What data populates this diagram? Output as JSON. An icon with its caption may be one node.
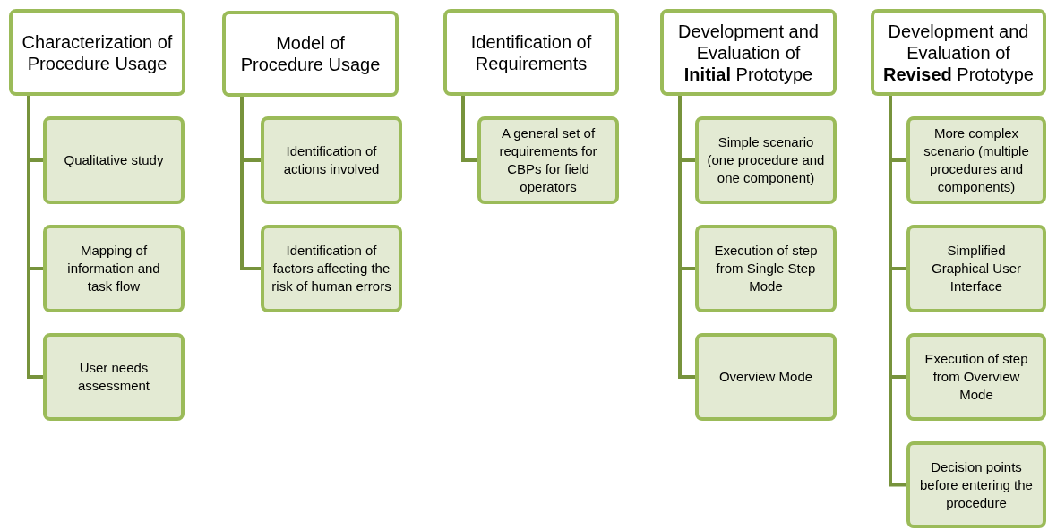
{
  "diagram": {
    "nodes": [
      {
        "text": [
          "Characterization of Procedure Usage"
        ]
      },
      {
        "text": [
          "Qualitative study"
        ]
      },
      {
        "text": [
          "Mapping of information and task flow"
        ]
      },
      {
        "text": [
          "User needs assessment"
        ]
      },
      {
        "text": [
          "Model of Procedure Usage"
        ]
      },
      {
        "text": [
          "Identification of actions involved"
        ]
      },
      {
        "text": [
          "Identification of factors affecting the risk of human errors"
        ]
      },
      {
        "text": [
          "Identification of Requirements"
        ]
      },
      {
        "text": [
          "A general set of requirements for CBPs for field operators"
        ]
      },
      {
        "text": [
          "Development and Evaluation of **Initial** Prototype"
        ]
      },
      {
        "text": [
          "Simple scenario (one procedure and one component)"
        ]
      },
      {
        "text": [
          "Execution of step from Single Step Mode"
        ]
      },
      {
        "text": [
          "Overview Mode"
        ]
      },
      {
        "text": [
          "Development and Evaluation of **Revised** Prototype"
        ]
      },
      {
        "text": [
          "More complex scenario (multiple procedures and components)"
        ]
      },
      {
        "text": [
          "Simplified Graphical User Interface"
        ]
      },
      {
        "text": [
          "Execution of step from Overview Mode"
        ]
      },
      {
        "text": [
          "Decision points before entering the procedure"
        ]
      }
    ],
    "edges": [
      {
        "from": 0,
        "to": 1,
        "arrow": "none"
      },
      {
        "from": 0,
        "to": 2,
        "arrow": "none"
      },
      {
        "from": 0,
        "to": 3,
        "arrow": "none"
      },
      {
        "from": 4,
        "to": 5,
        "arrow": "none"
      },
      {
        "from": 4,
        "to": 6,
        "arrow": "none"
      },
      {
        "from": 7,
        "to": 8,
        "arrow": "none"
      },
      {
        "from": 9,
        "to": 10,
        "arrow": "none"
      },
      {
        "from": 9,
        "to": 11,
        "arrow": "none"
      },
      {
        "from": 9,
        "to": 12,
        "arrow": "none"
      },
      {
        "from": 13,
        "to": 14,
        "arrow": "none"
      },
      {
        "from": 13,
        "to": 15,
        "arrow": "none"
      },
      {
        "from": 13,
        "to": 16,
        "arrow": "none"
      },
      {
        "from": 13,
        "to": 17,
        "arrow": "none"
      }
    ]
  }
}
